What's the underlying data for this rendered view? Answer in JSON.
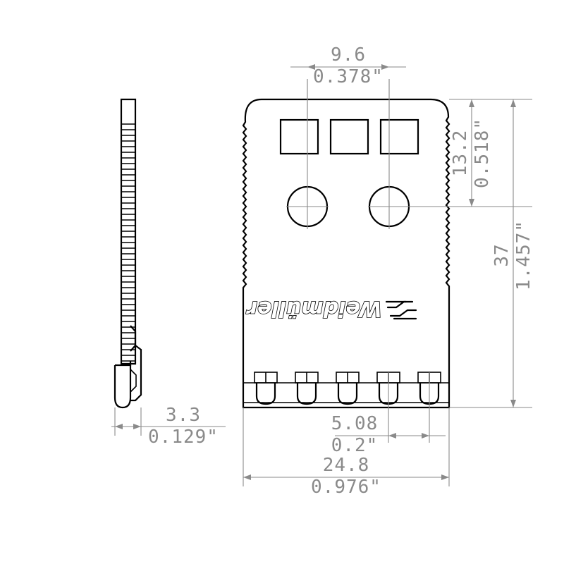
{
  "drawing": {
    "title": "Weidmuller connector technical drawing",
    "brand": "Weidmüller",
    "line_color": "#000000",
    "dim_color": "#8a8a8a",
    "background": "#ffffff"
  },
  "dimensions": {
    "top_pitch": {
      "name": "hole-spacing",
      "metric": "9.6",
      "imperial": "0.378\""
    },
    "right_inner": {
      "name": "upper-height",
      "metric": "13.2",
      "imperial": "0.518\""
    },
    "right_outer": {
      "name": "overall-height",
      "metric": "37",
      "imperial": "1.457\""
    },
    "left_thickness": {
      "name": "thickness",
      "metric": "3.3",
      "imperial": "0.129\""
    },
    "bottom_pitch": {
      "name": "pin-pitch",
      "metric": "5.08",
      "imperial": "0.2\""
    },
    "bottom_width": {
      "name": "overall-width",
      "metric": "24.8",
      "imperial": "0.976\""
    }
  },
  "features": {
    "slot_count": 3,
    "hole_count": 2,
    "pin_count": 5
  }
}
